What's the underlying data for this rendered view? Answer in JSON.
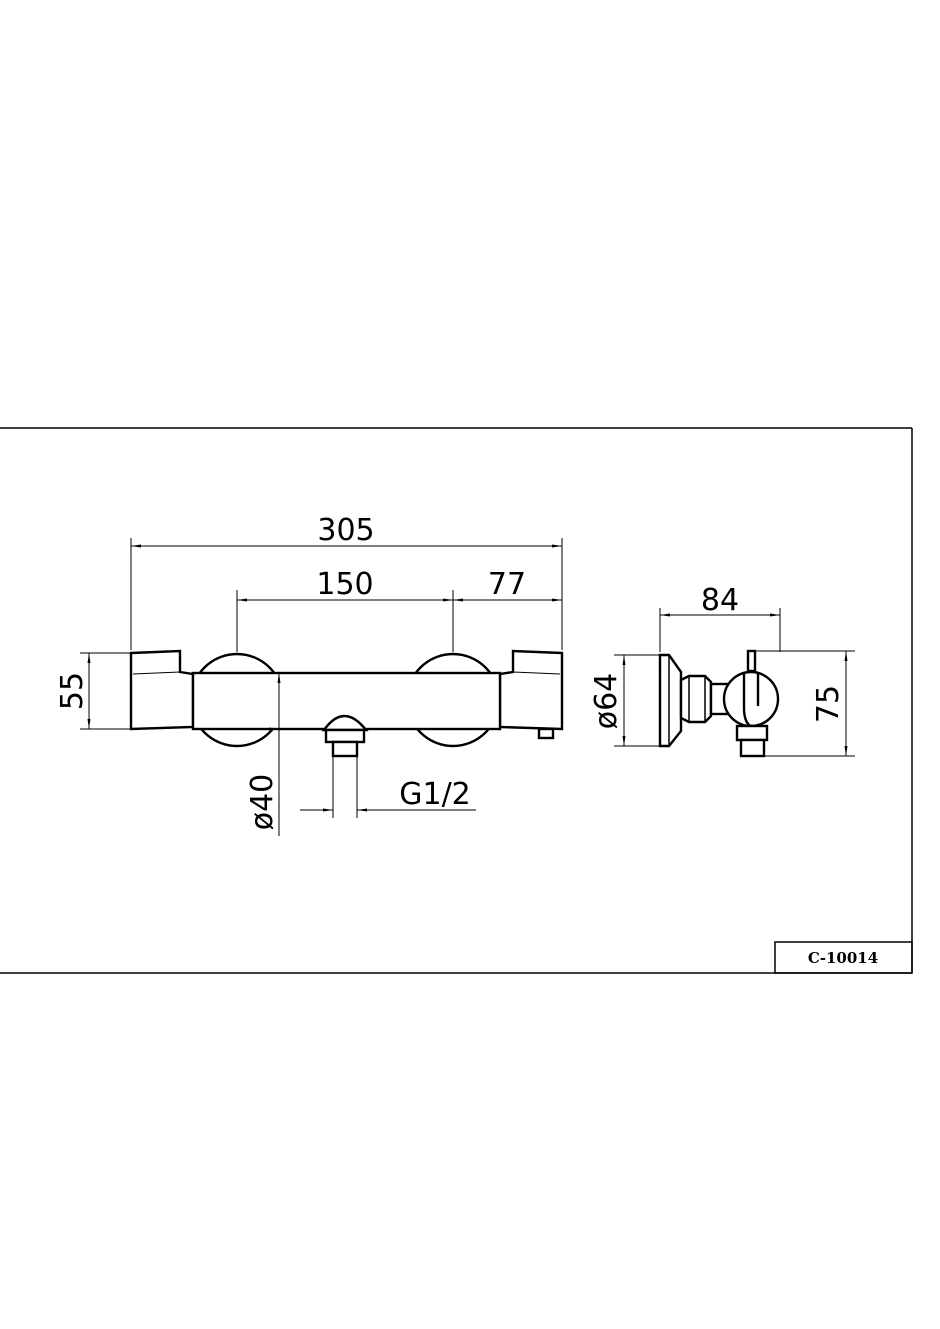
{
  "drawing_code": "C-10014",
  "dimensions": {
    "overall_width": "305",
    "center_distance": "150",
    "end_offset": "77",
    "body_height": "55",
    "knob_diameter": "ø40",
    "outlet_thread": "G1/2",
    "side_depth": "84",
    "flange_diameter": "ø64",
    "side_height": "75"
  }
}
